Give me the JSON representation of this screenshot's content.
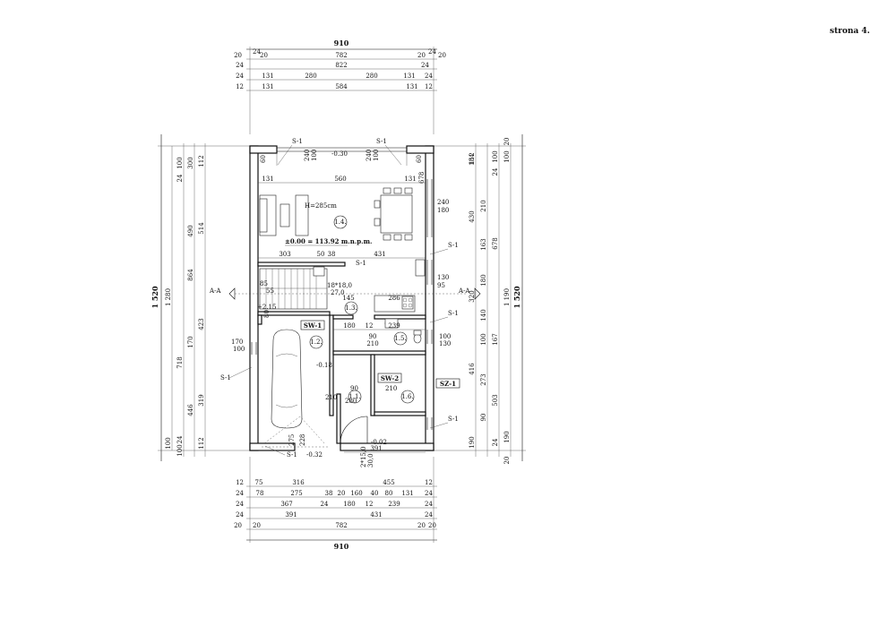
{
  "page_label": "strona 4.",
  "top_dims": {
    "overall": "910",
    "row1": [
      "20",
      "24",
      "20",
      "782",
      "20",
      "24",
      "20"
    ],
    "row2": [
      "24",
      "822",
      "24"
    ],
    "row3": [
      "24",
      "131",
      "280",
      "280",
      "131",
      "24"
    ],
    "row4": [
      "12",
      "131",
      "584",
      "131",
      "12"
    ]
  },
  "bottom_dims": {
    "row1": [
      "12",
      "75",
      "316",
      "455",
      "12"
    ],
    "row2": [
      "24",
      "78",
      "275",
      "38",
      "20",
      "160",
      "40",
      "80",
      "131",
      "24"
    ],
    "row3": [
      "24",
      "367",
      "24",
      "180",
      "12",
      "239",
      "24"
    ],
    "row4": [
      "24",
      "391",
      "431",
      "24"
    ],
    "row5": [
      "20",
      "20",
      "782",
      "20",
      "20"
    ],
    "overall": "910"
  },
  "left_dims": {
    "overall": "1 520",
    "col2": "1 280",
    "col3": [
      "100",
      "24",
      "718",
      "24",
      "100"
    ],
    "col4": [
      "300",
      "490",
      "423",
      "170",
      "446",
      "100"
    ],
    "col5": [
      "112",
      "514",
      "864",
      "319",
      "112"
    ]
  },
  "right_dims": {
    "overall": "1 520",
    "col2": "1 190",
    "col3": [
      "20",
      "100",
      "24",
      "180",
      "24",
      "190",
      "20"
    ],
    "col4": [
      "100",
      "210",
      "163",
      "140",
      "100",
      "273",
      "90"
    ],
    "col5": [
      "112",
      "184",
      "430",
      "678",
      "320",
      "167",
      "416",
      "503",
      "190"
    ]
  },
  "rooms": [
    {
      "id": "1.4.",
      "label": "1.4."
    },
    {
      "id": "1.3.",
      "label": "1.3."
    },
    {
      "id": "1.2.",
      "label": "1.2."
    },
    {
      "id": "1.5.",
      "label": "1.5."
    },
    {
      "id": "1.1.",
      "label": "1.1."
    },
    {
      "id": "1.6.",
      "label": "1.6."
    }
  ],
  "texts": {
    "height": "H=285cm",
    "level": "±0.00 = 113.92 m.n.p.m.",
    "stairs": "18*18,0",
    "stairs2": "27,0",
    "entry_steps": "2*15,0",
    "entry_steps2": "30,0",
    "sw1": "SW-1",
    "sw2": "SW-2",
    "sz1": "SZ-1",
    "section_left": "A-A",
    "section_right": "A-A",
    "lvl_030": "-0.30",
    "lvl_215": "+2.15",
    "lvl_018": "-0.18",
    "lvl_032": "-0.32",
    "lvl_002": "-0.02",
    "s1": "S-1"
  },
  "interior_dims": [
    "131",
    "560",
    "131",
    "303",
    "50",
    "38",
    "431",
    "145",
    "286",
    "180",
    "12",
    "239",
    "90",
    "210",
    "100",
    "130",
    "170",
    "100",
    "275",
    "228",
    "391",
    "210",
    "240",
    "180",
    "130",
    "95",
    "85",
    "55",
    "80",
    "90",
    "210",
    "280",
    "240",
    "100",
    "60",
    "678"
  ]
}
